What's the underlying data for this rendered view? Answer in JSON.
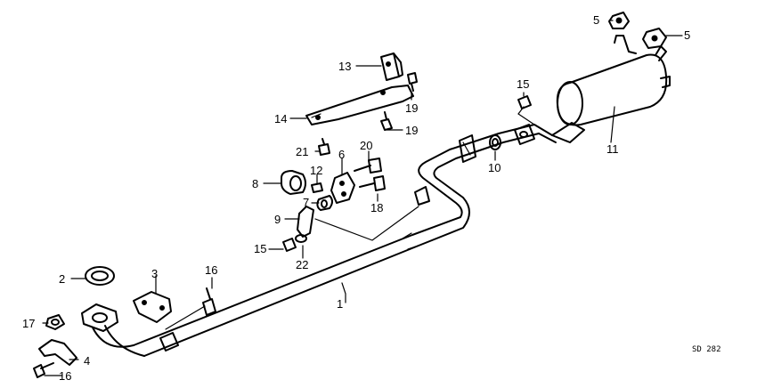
{
  "labels": {
    "p1": "1",
    "p2": "2",
    "p3": "3",
    "p4": "4",
    "p5a": "5",
    "p5b": "5",
    "p6": "6",
    "p7": "7",
    "p8": "8",
    "p9": "9",
    "p10": "10",
    "p11": "11",
    "p12": "12",
    "p13": "13",
    "p14": "14",
    "p15a": "15",
    "p15b": "15",
    "p16a": "16",
    "p16b": "16",
    "p17": "17",
    "p18": "18",
    "p19a": "19",
    "p19b": "19",
    "p20": "20",
    "p21": "21",
    "p22": "22"
  },
  "diagram_code": "SD 282"
}
